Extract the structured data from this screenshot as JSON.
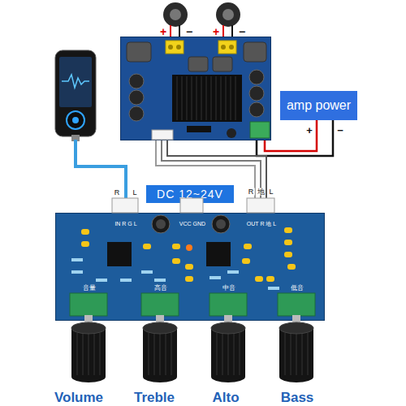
{
  "diagram": {
    "nodes": [
      {
        "text": [
          "+",
          "−",
          "+",
          "−"
        ]
      },
      {
        "text": [
          "amp power"
        ]
      },
      {
        "text": [
          "DC 12~24V"
        ]
      },
      {
        "text": [
          "IN R G L",
          "VCC GND",
          "OUT R 地 L",
          "音量",
          "高音",
          "中音",
          "低音"
        ]
      }
    ],
    "edges": [
      {
        "from": 1,
        "to": 0,
        "arrow": "none"
      },
      {
        "from": 3,
        "to": 0,
        "arrow": "none"
      }
    ],
    "labels": [
      "+",
      "−",
      "R",
      "L",
      "R",
      "地",
      "L",
      "Volume",
      "Treble",
      "Alto",
      "Bass"
    ]
  }
}
